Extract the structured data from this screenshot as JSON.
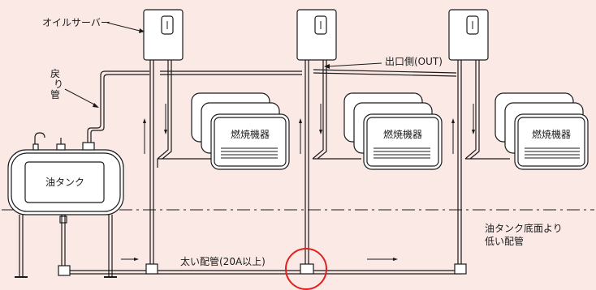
{
  "labels": {
    "oil_server": "オイルサーバー",
    "return_pipe_line1": "戻",
    "return_pipe_line2": "り",
    "return_pipe_line3": "管",
    "outlet_side": "出口側(OUT)",
    "oil_tank": "油タンク",
    "combustion_appliance": "燃焼機器",
    "thick_piping": "太い配管(20A以上)",
    "below_tank_line1": "油タンク底面より",
    "below_tank_line2": "低い配管"
  },
  "colors": {
    "background": "#fbe9e6",
    "line": "#1a1a1a",
    "highlight_circle": "#e0201c"
  }
}
